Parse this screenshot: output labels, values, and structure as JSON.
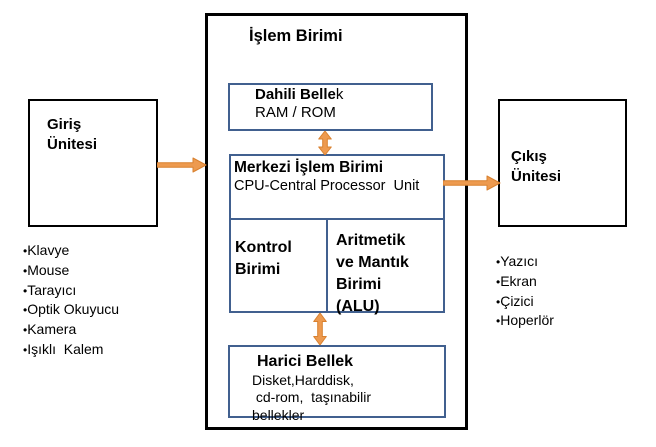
{
  "theme": {
    "accent-orange": "#ED9A4F",
    "accent-orange-dark": "#D9812F",
    "box-blue": "#41608F",
    "box-black": "#000000"
  },
  "bullet": "•",
  "processing_unit": {
    "title": "İşlem Birimi",
    "internal_memory": {
      "title_bold": "Dahili Belle",
      "title_tail": "k",
      "subtitle": "RAM / ROM"
    },
    "cpu": {
      "title": "Merkezi İşlem Birimi",
      "subtitle": "CPU-Central Processor  Unit",
      "control_unit_lines": [
        "Kontrol",
        "Birimi"
      ],
      "alu_lines": [
        "Aritmetik",
        "ve Mantık",
        "Birimi",
        "(ALU)"
      ]
    },
    "external_memory": {
      "title": "Harici Bellek",
      "body_lines": [
        "Disket,Harddisk,",
        " cd-rom,  taşınabilir",
        "bellekler"
      ]
    }
  },
  "input_unit": {
    "title_lines": [
      "Giriş",
      "Ünitesi"
    ],
    "devices": [
      "Klavye",
      "Mouse",
      "Tarayıcı",
      "Optik Okuyucu",
      "Kamera",
      "Işıklı  Kalem"
    ]
  },
  "output_unit": {
    "title_lines": [
      "Çıkış",
      "Ünitesi"
    ],
    "devices": [
      "Yazıcı",
      "Ekran",
      "Çizici",
      "Hoperlör"
    ]
  }
}
